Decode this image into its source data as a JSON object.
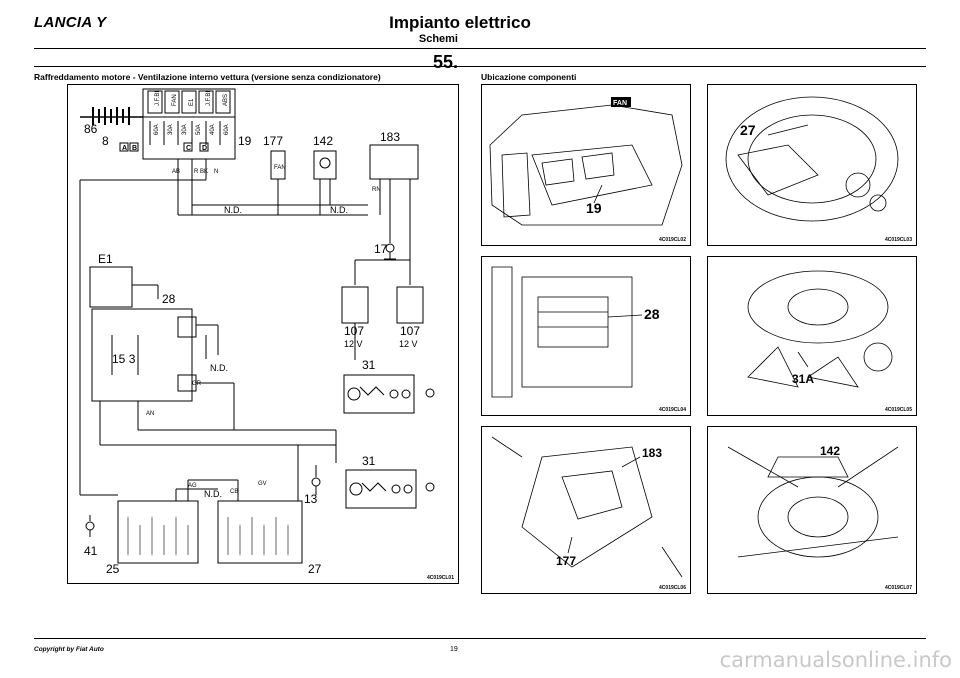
{
  "header": {
    "brand": "LANCIA Y",
    "title": "Impianto elettrico",
    "subtitle": "Schemi",
    "page_number": "55."
  },
  "left": {
    "caption": "Raffreddamento motore - Ventilazione interno vettura (versione senza condizionatore)",
    "diagram_code": "4C019CL01",
    "labels": {
      "n86": "86",
      "n8": "8",
      "n19": "19",
      "n177": "177",
      "n142": "142",
      "n183": "183",
      "e1": "E1",
      "n28": "28",
      "n15": "15",
      "n3": "3",
      "nd1": "N.D.",
      "nd2": "N.D.",
      "nd3": "N.D.",
      "nd4": "N.D.",
      "n17": "17",
      "n107a": "107",
      "n107b": "107",
      "v12a": "12 V",
      "v12b": "12 V",
      "n31a": "31",
      "n31b": "31",
      "n13": "13",
      "n41": "41",
      "n25": "25",
      "n27": "27",
      "cb": "CB",
      "fan": "FAN",
      "ab": "AB",
      "r": "R",
      "bk": "BK",
      "n": "N",
      "rn": "RN",
      "gv": "GV",
      "ag": "AG",
      "gr": "GR",
      "an": "AN"
    },
    "fuse_labels": [
      "J.F.BI",
      "FAN",
      "E1",
      "J.F.BI",
      "ABS"
    ],
    "fuse_amps": [
      "60A",
      "30A",
      "30A",
      "50A",
      "40A",
      "60A"
    ],
    "box_letters": [
      "A",
      "B",
      "C",
      "D"
    ]
  },
  "right": {
    "caption": "Ubicazione componenti",
    "photos": [
      {
        "label": "19",
        "sublabel": "FAN",
        "code": "4C019CL02"
      },
      {
        "label": "27",
        "code": "4C019CL03"
      },
      {
        "label": "28",
        "code": "4C019CL04"
      },
      {
        "label": "31A",
        "code": "4C019CL05"
      },
      {
        "label": "183",
        "sublabel": "177",
        "code": "4C019CL06"
      },
      {
        "label": "142",
        "code": "4C019CL07"
      }
    ]
  },
  "footer": {
    "copyright": "Copyright by Fiat Auto",
    "page": "19"
  },
  "watermark": "carmanualsonline.info"
}
